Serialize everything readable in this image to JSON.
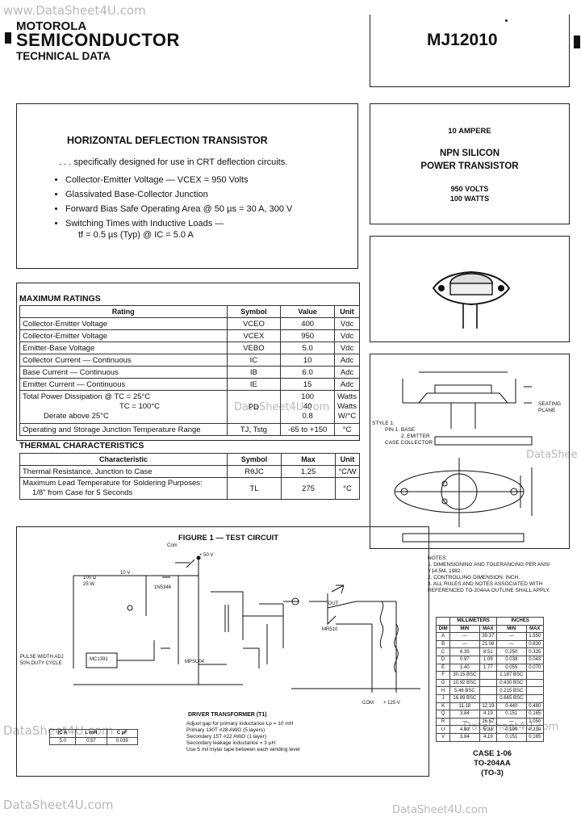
{
  "watermarks": {
    "top": "www.DataSheet4U.com",
    "mid": "DataSheet4U.com",
    "right_mid": "DataShee",
    "left_bottom": "DataSheet4U.com",
    "right_bottom": "DataSheet4U.com",
    "bottom": "DataSheet4U.com"
  },
  "header": {
    "brand": "MOTOROLA",
    "company": "SEMICONDUCTOR",
    "doc_type": "TECHNICAL DATA",
    "part_number": "MJ12010"
  },
  "description": {
    "title": "HORIZONTAL DEFLECTION TRANSISTOR",
    "intro": ". . . specifically designed for use in CRT deflection circuits.",
    "features": [
      "Collector-Emitter Voltage — VCEX = 950 Volts",
      "Glassivated Base-Collector Junction",
      "Forward Bias Safe Operating Area @ 50 µs = 30 A, 300 V",
      "Switching Times with Inductive Loads —"
    ],
    "feature_sub": "tf = 0.5 µs (Typ) @ IC = 5.0 A"
  },
  "summary": {
    "current": "10 AMPERE",
    "type_line1": "NPN SILICON",
    "type_line2": "POWER TRANSISTOR",
    "voltage": "950 VOLTS",
    "power": "100 WATTS"
  },
  "max_ratings": {
    "title": "MAXIMUM RATINGS",
    "headers": [
      "Rating",
      "Symbol",
      "Value",
      "Unit"
    ],
    "rows": [
      [
        "Collector-Emitter Voltage",
        "VCEO",
        "400",
        "Vdc"
      ],
      [
        "Collector-Emitter Voltage",
        "VCEX",
        "950",
        "Vdc"
      ],
      [
        "Emitter-Base Voltage",
        "VEBO",
        "5.0",
        "Vdc"
      ],
      [
        "Collector Current — Continuous",
        "IC",
        "10",
        "Adc"
      ],
      [
        "Base Current — Continuous",
        "IB",
        "6.0",
        "Adc"
      ],
      [
        "Emitter Current — Continuous",
        "IE",
        "15",
        "Adc"
      ]
    ],
    "power_row": {
      "label1": "Total Power Dissipation @ TC = 25°C",
      "label2": "TC = 100°C",
      "label3": "Derate above 25°C",
      "symbol": "PD",
      "value1": "100",
      "value2": "40",
      "value3": "0.8",
      "unit1": "Watts",
      "unit2": "Watts",
      "unit3": "W/°C"
    },
    "temp_row": [
      "Operating and Storage Junction Temperature Range",
      "TJ, Tstg",
      "-65 to +150",
      "°C"
    ]
  },
  "thermal": {
    "title": "THERMAL CHARACTERISTICS",
    "headers": [
      "Characteristic",
      "Symbol",
      "Max",
      "Unit"
    ],
    "row1": [
      "Thermal Resistance, Junction to Case",
      "RθJC",
      "1.25",
      "°C/W"
    ],
    "row2_label1": "Maximum Lead Temperature for Soldering Purposes:",
    "row2_label2": "1/8\" from Case for 5 Seconds",
    "row2": [
      "TL",
      "275",
      "°C"
    ]
  },
  "figure": {
    "title": "FIGURE 1 — TEST CIRCUIT",
    "labels": {
      "com": "Com",
      "v50": "+ 50 V",
      "v10": "10 V",
      "r1": "100 Ω",
      "r2": "25 W",
      "r3": "1N5346",
      "mc": "MC1391",
      "pulse1": "PULSE WIDTH ADJ",
      "pulse2": "50% DUTY CYCLE",
      "mpsu04": "MPSU04",
      "mr510": "MR510",
      "dut": "DUT",
      "com2": "COM",
      "plus": "+ 125 V"
    },
    "transformer_title": "DRIVER TRANSFORMER (T1)",
    "transformer_notes": [
      "Adjust gap for primary inductance Lp = 10 mH",
      "Primary 130T #28 AWG (5 layers)",
      "Secondary 15T #22 AWG (1 layer)",
      "Secondary leakage inductance = 3 µH",
      "Use 5 mil mylar tape between each winding level"
    ],
    "small_table": {
      "headers": [
        "IC A",
        "L mH",
        "C µF"
      ],
      "row": [
        "5.0",
        "0.57",
        "0.039"
      ]
    }
  },
  "package": {
    "style": "STYLE 1:",
    "pins": [
      "PIN 1. BASE",
      "2. EMITTER",
      "CASE COLLECTOR"
    ],
    "seating": "SEATING PLANE",
    "notes_title": "NOTES:",
    "notes": [
      "1. DIMENSIONING AND TOLERANCING PER ANSI Y14.5M, 1982.",
      "2. CONTROLLING DIMENSION: INCH.",
      "3. ALL RULES AND NOTES ASSOCIATED WITH REFERENCED TO-204AA OUTLINE SHALL APPLY."
    ],
    "dim_headers": [
      "DIM",
      "MIN",
      "MAX",
      "MIN",
      "MAX"
    ],
    "dim_group": [
      "MILLIMETERS",
      "INCHES"
    ],
    "dims": [
      [
        "A",
        "—",
        "39.37",
        "—",
        "1.550"
      ],
      [
        "B",
        "—",
        "21.08",
        "—",
        "0.830"
      ],
      [
        "C",
        "6.35",
        "8.51",
        "0.250",
        "0.335"
      ],
      [
        "D",
        "0.97",
        "1.09",
        "0.038",
        "0.043"
      ],
      [
        "E",
        "1.40",
        "1.77",
        "0.055",
        "0.070"
      ],
      [
        "F",
        "30.15 BSC",
        "",
        "1.187 BSC",
        ""
      ],
      [
        "G",
        "10.92 BSC",
        "",
        "0.430 BSC",
        ""
      ],
      [
        "H",
        "5.46 BSC",
        "",
        "0.215 BSC",
        ""
      ],
      [
        "J",
        "16.89 BSC",
        "",
        "0.665 BSC",
        ""
      ],
      [
        "K",
        "11.18",
        "12.19",
        "0.440",
        "0.480"
      ],
      [
        "Q",
        "3.84",
        "4.19",
        "0.151",
        "0.165"
      ],
      [
        "R",
        "—",
        "26.67",
        "—",
        "1.050"
      ],
      [
        "U",
        "4.83",
        "5.33",
        "0.190",
        "0.210"
      ],
      [
        "V",
        "3.84",
        "4.19",
        "0.151",
        "0.165"
      ]
    ],
    "case": "CASE 1-06",
    "case_type": "TO-204AA",
    "case_alt": "(TO-3)"
  }
}
